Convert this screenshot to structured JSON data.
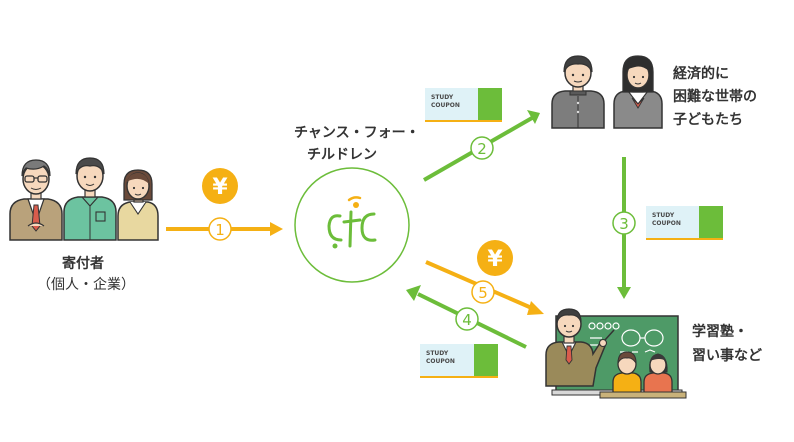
{
  "labels": {
    "org_line1": "チャンス・フォー・",
    "org_line2": "チルドレン",
    "donor": "寄付者",
    "donor_sub": "（個人・企業）",
    "children_line1": "経済的に",
    "children_line2": "困難な世帯の",
    "children_line3": "子どもたち",
    "school_line1": "学習塾・",
    "school_line2": "習い事など"
  },
  "logo_text": "cfc",
  "coupon": {
    "line1": "STUDY",
    "line2": "COUPON"
  },
  "yen": "¥",
  "steps": [
    "1",
    "2",
    "3",
    "4",
    "5"
  ],
  "colors": {
    "orange": "#f5b014",
    "green": "#6cbd3a",
    "coupon_bg": "#dff2f7",
    "text": "#333333"
  },
  "icons": {
    "donors": "donor-people-icon",
    "students": "student-people-icon",
    "teacher": "teacher-classroom-icon",
    "logo": "cfc-logo-icon"
  }
}
